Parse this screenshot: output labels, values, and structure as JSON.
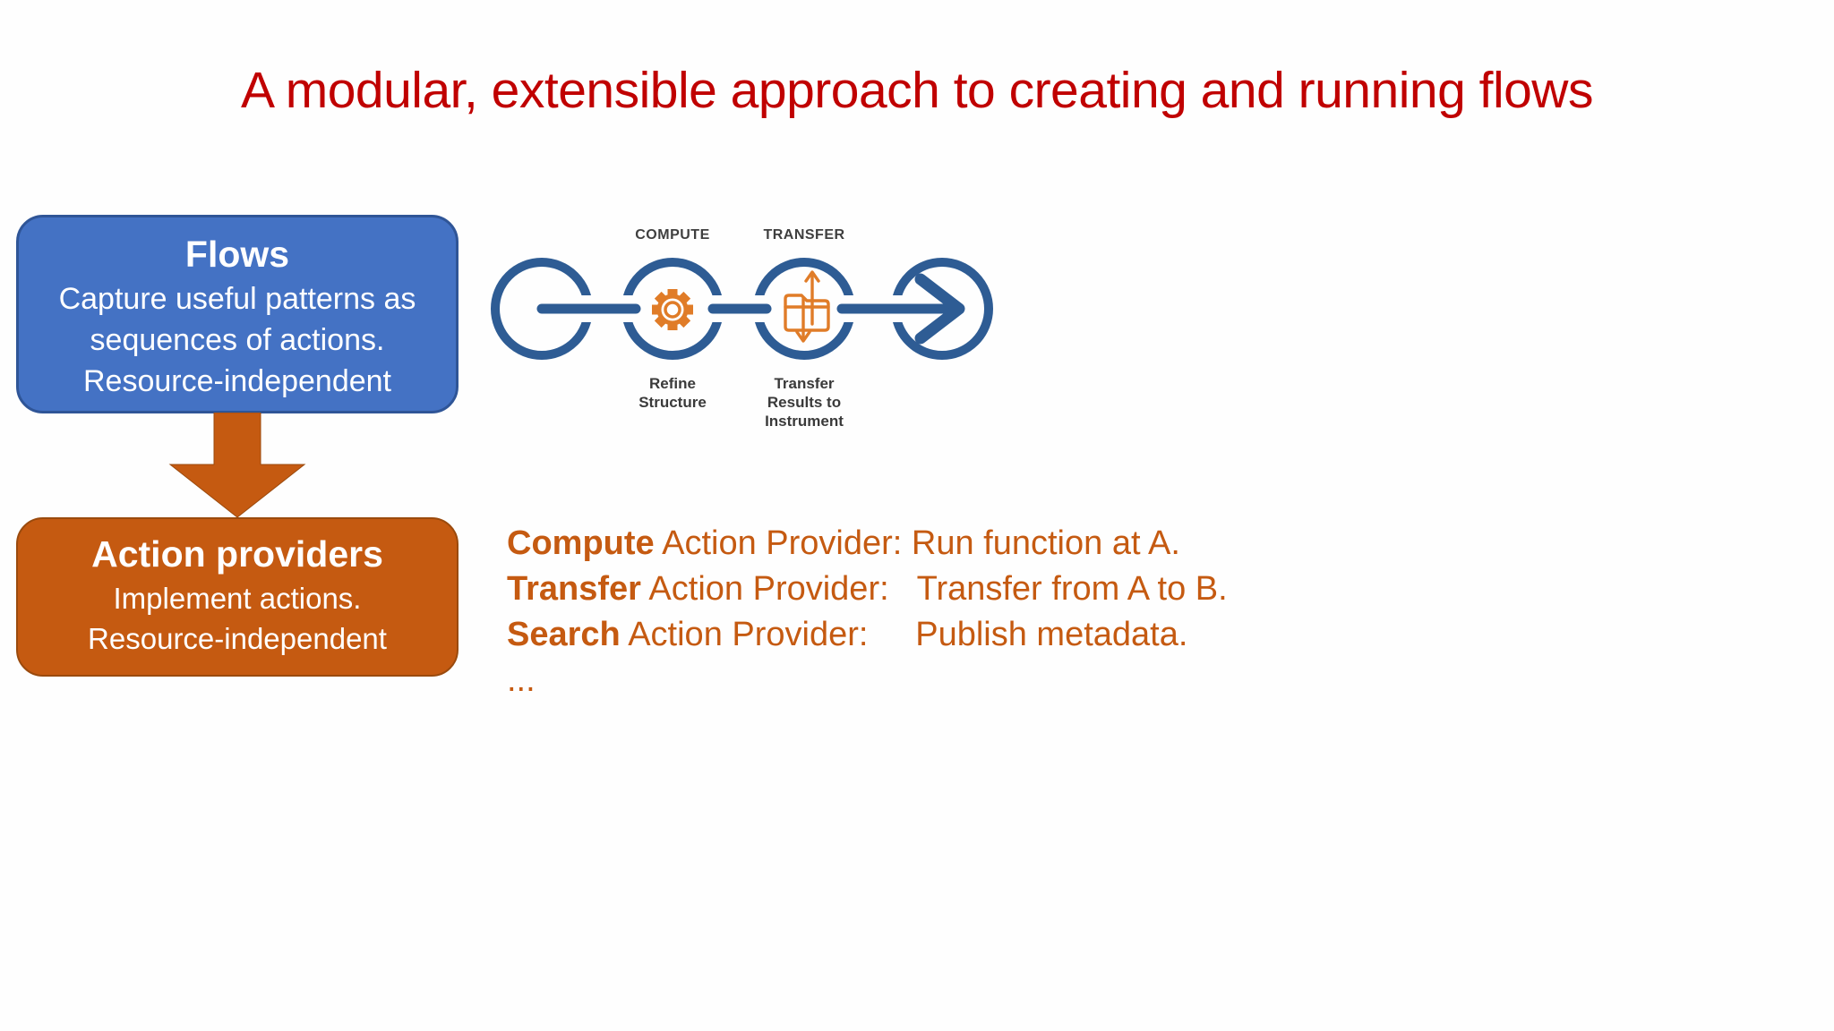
{
  "slide": {
    "title": "A modular, extensible approach to creating and running flows"
  },
  "flows_box": {
    "title": "Flows",
    "body": "Capture useful patterns as\nsequences of actions.\nResource-independent"
  },
  "action_providers_box": {
    "title": "Action providers",
    "body": "Implement actions.\nResource-independent"
  },
  "diagram": {
    "stage_labels": {
      "compute": "COMPUTE",
      "transfer": "TRANSFER"
    },
    "step_captions": {
      "compute": "Refine\nStructure",
      "transfer": "Transfer\nResults to\nInstrument"
    }
  },
  "providers": {
    "rows": [
      {
        "term": "Compute",
        "rest": " Action Provider: Run function at A."
      },
      {
        "term": "Transfer",
        "rest": " Action Provider:   Transfer from A to B."
      },
      {
        "term": "Search",
        "rest": " Action Provider:     Publish metadata."
      }
    ],
    "ellipsis": "..."
  },
  "colors": {
    "title_red": "#c00000",
    "flows_box_fill": "#4472c4",
    "flows_box_border": "#2f5597",
    "action_box_fill": "#c55a11",
    "arrow_orange": "#c55a11",
    "diagram_blue": "#2e5c94",
    "icon_orange": "#e07c28",
    "label_gray": "#3f3f3f",
    "provider_text_orange": "#c55a11"
  }
}
